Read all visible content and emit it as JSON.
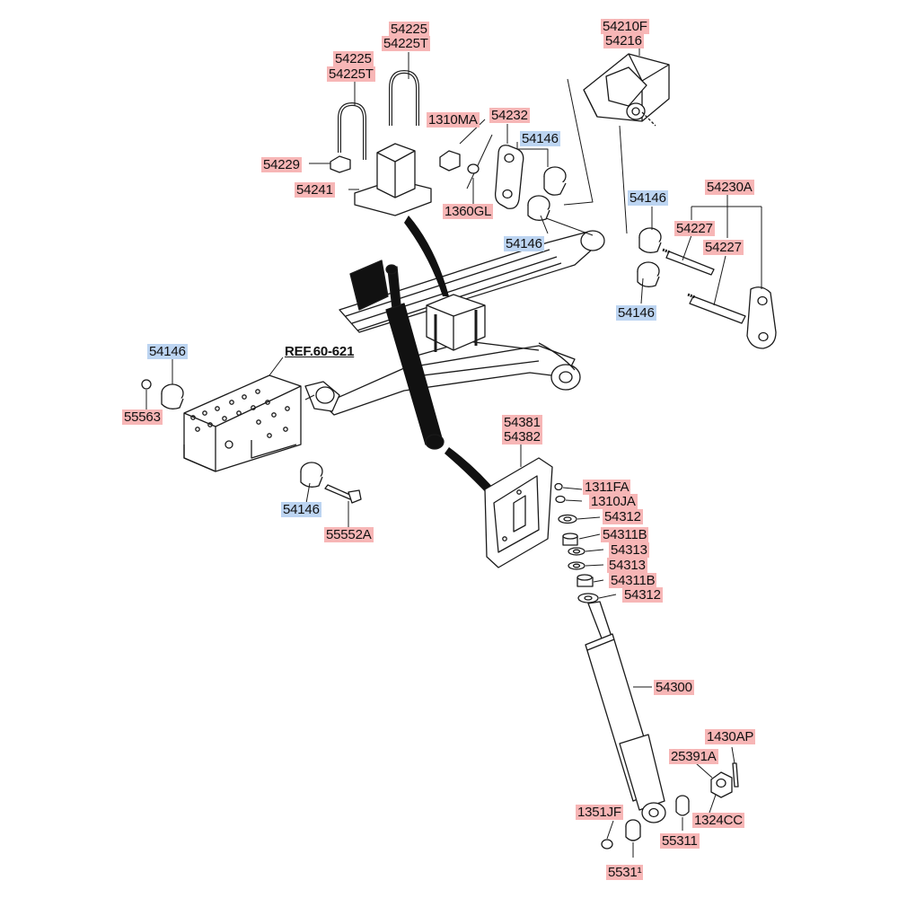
{
  "colors": {
    "red_label_bg": "#f7b6b6",
    "blue_label_bg": "#bcd4f1",
    "line": "#1a1a1a",
    "part_fill": "#ffffff",
    "shock_fill": "#111111"
  },
  "labels": {
    "l54225_a": "54225",
    "l54225T_a": "54225T",
    "l54225_b": "54225",
    "l54225T_b": "54225T",
    "l54210F": "54210F",
    "l54216": "54216",
    "l1310MA": "1310MA",
    "l54232": "54232",
    "l54146_a": "54146",
    "l54229": "54229",
    "l54241": "54241",
    "l1360GL": "1360GL",
    "l54146_b": "54146",
    "l54146_c": "54146",
    "l54230A": "54230A",
    "l54227_a": "54227",
    "l54227_b": "54227",
    "l54146_d": "54146",
    "l54146_e": "54146",
    "lREF": "REF.60-621",
    "l55563": "55563",
    "l54381": "54381",
    "l54382": "54382",
    "l1311FA": "1311FA",
    "l1310JA": "1310JA",
    "l54312_a": "54312",
    "l54311B_a": "54311B",
    "l54313_a": "54313",
    "l54313_b": "54313",
    "l54311B_b": "54311B",
    "l54312_b": "54312",
    "l54146_f": "54146",
    "l55552A": "55552A",
    "l54300": "54300",
    "l1430AP": "1430AP",
    "l25391A": "25391A",
    "l1351JF": "1351JF",
    "l1324CC": "1324CC",
    "l55311_a": "55311",
    "l55311_b": "5531¹"
  }
}
